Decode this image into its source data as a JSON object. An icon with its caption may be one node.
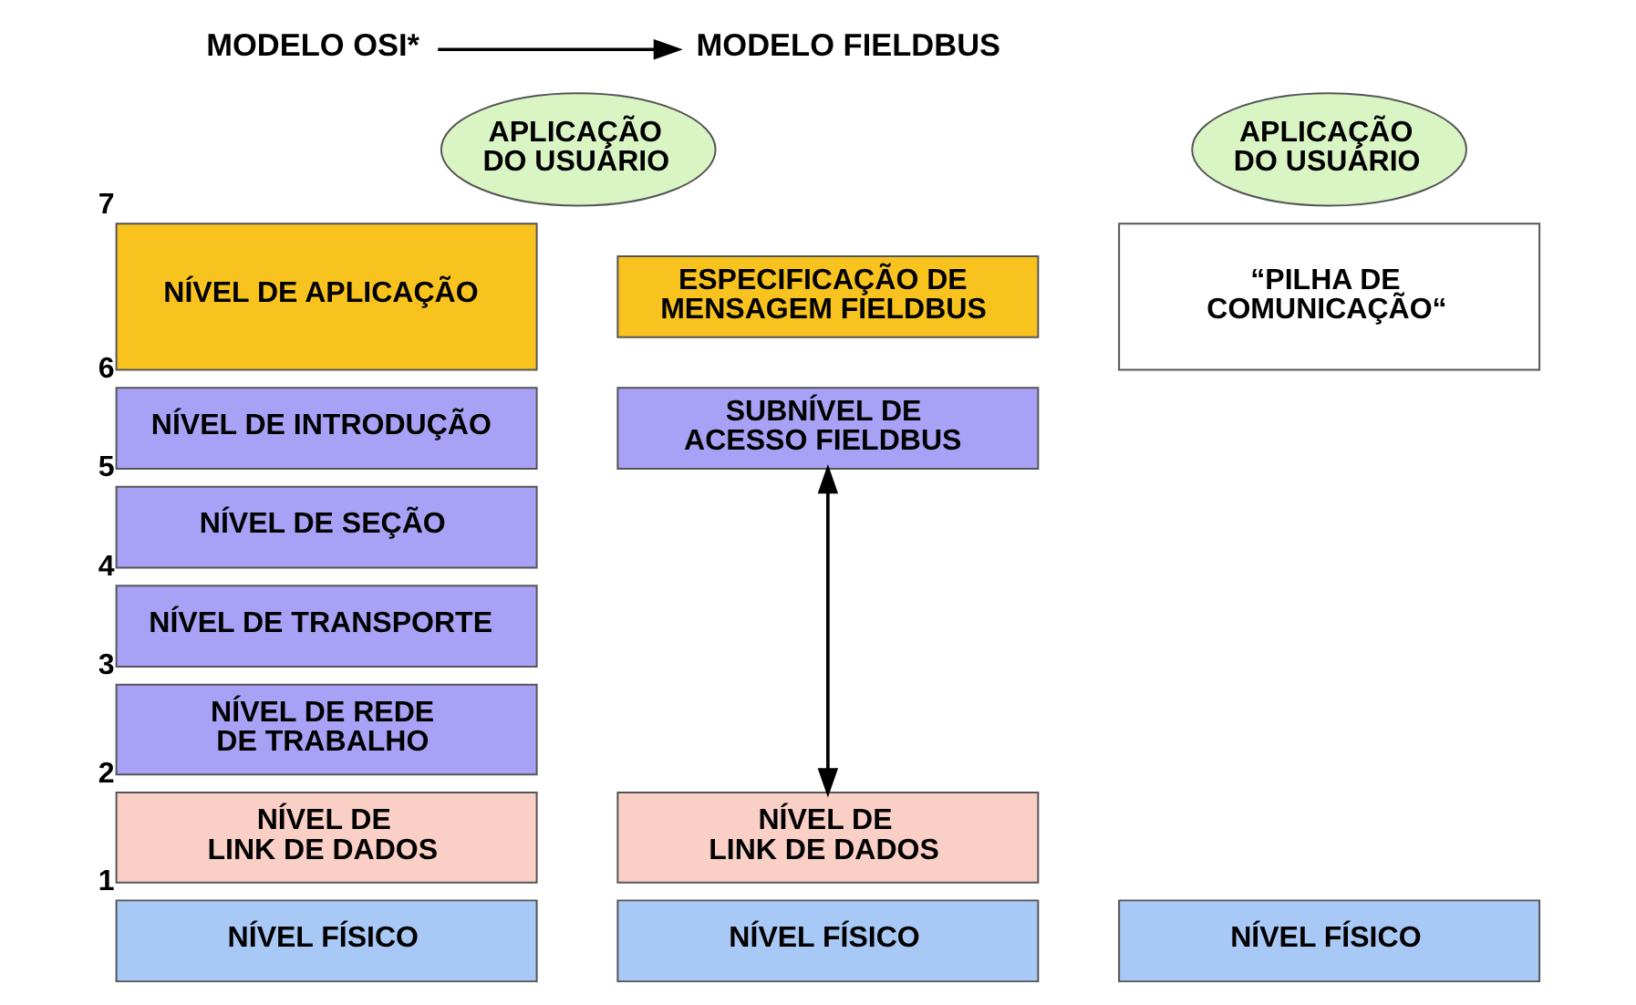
{
  "diagram": {
    "nodes": [
      {
        "text": [
          "MODELO OSI*"
        ]
      },
      {
        "text": [
          "MODELO FIELDBUS"
        ]
      },
      {
        "text": [
          "NÍVEL DE APLICAÇÃO"
        ],
        "beside": [
          "7"
        ]
      },
      {
        "text": [
          "NÍVEL DE INTRODUÇÃO"
        ],
        "beside": [
          "6"
        ]
      },
      {
        "text": [
          "NÍVEL DE SEÇÃO"
        ],
        "beside": [
          "5"
        ]
      },
      {
        "text": [
          "NÍVEL DE TRANSPORTE"
        ],
        "beside": [
          "4"
        ]
      },
      {
        "text": [
          "NÍVEL DE REDE DE TRABALHO"
        ],
        "beside": [
          "3"
        ]
      },
      {
        "text": [
          "NÍVEL DE LINK DE DADOS"
        ],
        "beside": [
          "2"
        ]
      },
      {
        "text": [
          "NÍVEL FÍSICO"
        ],
        "beside": [
          "1"
        ]
      },
      {
        "text": [
          "APLICAÇÃO DO USUÁRIO"
        ]
      },
      {
        "text": [
          "ESPECIFICAÇÃO DE MENSAGEM FIELDBUS"
        ]
      },
      {
        "text": [
          "SUBNÍVEL DE ACESSO FIELDBUS"
        ]
      },
      {
        "text": [
          "NÍVEL DE LINK DE DADOS"
        ]
      },
      {
        "text": [
          "NÍVEL FÍSICO"
        ]
      },
      {
        "text": [
          "APLICAÇÃO DO USUÁRIO"
        ]
      },
      {
        "text": [
          "“PILHA DE COMUNICAÇÃO“"
        ]
      },
      {
        "text": [
          "NÍVEL FÍSICO"
        ]
      }
    ],
    "edges": [
      {
        "from": 0,
        "to": 1,
        "arrow": "to"
      },
      {
        "from": 11,
        "to": 12,
        "arrow": "both"
      }
    ]
  }
}
